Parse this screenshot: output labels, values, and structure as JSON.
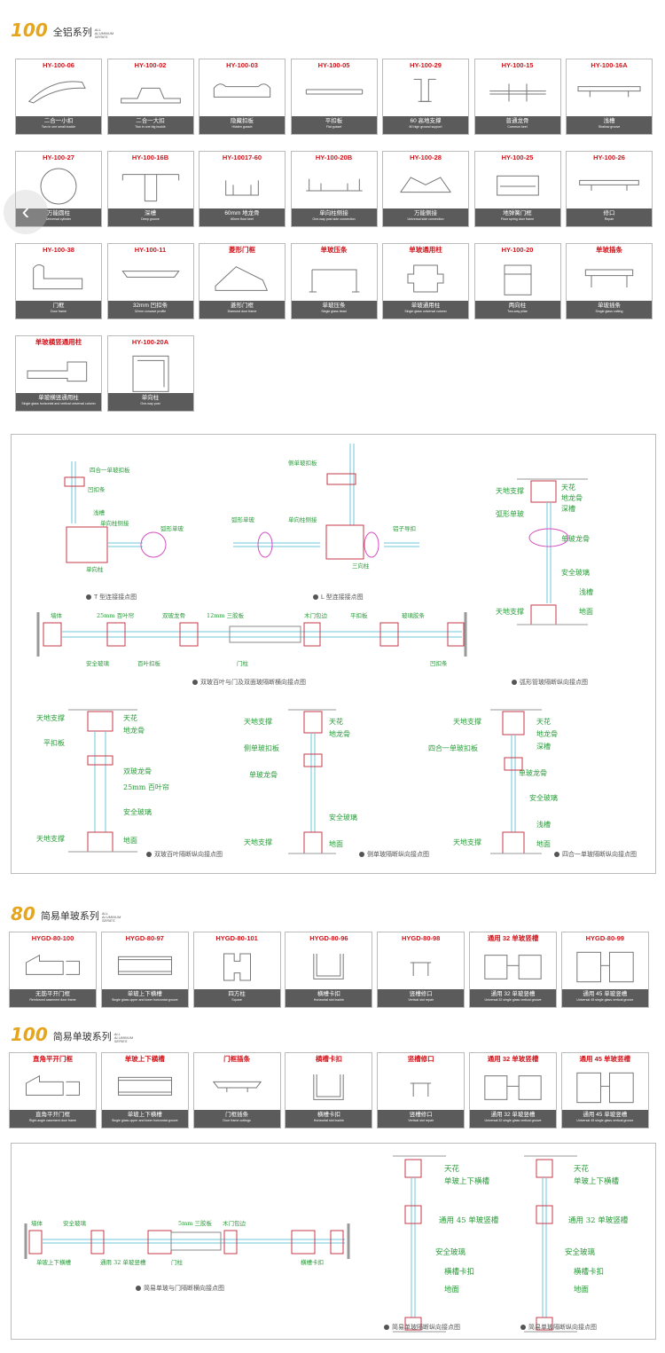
{
  "sections": [
    {
      "num": "100",
      "cn": "全铝系列",
      "en": "ALL ALUMINUM SERIES"
    },
    {
      "num": "80",
      "cn": "简易单玻系列",
      "en": "ALL ALUMINUM SERIES"
    },
    {
      "num": "100",
      "cn": "简易单玻系列",
      "en": "ALL ALUMINUM SERIES"
    }
  ],
  "series100": [
    {
      "code": "HY-100-06",
      "cn": "二合一小扣",
      "en": "Two in one small buckle",
      "shape": "arc"
    },
    {
      "code": "HY-100-02",
      "cn": "二合一大扣",
      "en": "Two in one big buckle",
      "shape": "bigarc"
    },
    {
      "code": "HY-100-03",
      "cn": "隐藏扣板",
      "en": "Hidden gusset",
      "shape": "hidden"
    },
    {
      "code": "HY-100-05",
      "cn": "平扣板",
      "en": "Flat gusset",
      "shape": "flat"
    },
    {
      "code": "HY-100-29",
      "cn": "60 高地支撑",
      "en": "60 high ground support",
      "shape": "support"
    },
    {
      "code": "HY-100-15",
      "cn": "普通龙骨",
      "en": "Common keel",
      "shape": "keel"
    },
    {
      "code": "HY-100-16A",
      "cn": "浅槽",
      "en": "Shallow groove",
      "shape": "shallow"
    },
    {
      "code": "HY-100-27",
      "cn": "万能圆柱",
      "en": "Universal cylinder",
      "shape": "circle"
    },
    {
      "code": "HY-100-16B",
      "cn": "深槽",
      "en": "Deep groove",
      "shape": "deep"
    },
    {
      "code": "HY-10017-60",
      "cn": "60mm 地龙骨",
      "en": "60mm floor keel",
      "shape": "floor"
    },
    {
      "code": "HY-100-20B",
      "cn": "单向柱侧接",
      "en": "One-way post side connection",
      "shape": "side"
    },
    {
      "code": "HY-100-28",
      "cn": "万能侧接",
      "en": "Universal side connection",
      "shape": "uni"
    },
    {
      "code": "HY-100-25",
      "cn": "地弹簧门框",
      "en": "Floor spring door frame",
      "shape": "spring"
    },
    {
      "code": "HY-100-26",
      "cn": "修口",
      "en": "Repair",
      "shape": "repair"
    },
    {
      "code": "HY-100-38",
      "cn": "门框",
      "en": "Door frame",
      "shape": "door"
    },
    {
      "code": "HY-100-11",
      "cn": "32mm 凹扣条",
      "en": "32mm concave profile",
      "shape": "concave"
    },
    {
      "code": "菱形门框",
      "cn": "菱形门框",
      "en": "Diamond door frame",
      "shape": "diamond"
    },
    {
      "code": "单玻压条",
      "cn": "单玻压条",
      "en": "Single glass bead",
      "shape": "bead"
    },
    {
      "code": "单玻通用柱",
      "cn": "单玻通用柱",
      "en": "Single glass universal column",
      "shape": "cross"
    },
    {
      "code": "HY-100-20",
      "cn": "两向柱",
      "en": "Two-way pillar",
      "shape": "twoway"
    },
    {
      "code": "单玻插条",
      "cn": "单玻插条",
      "en": "Single glass cutting",
      "shape": "cutting"
    },
    {
      "code": "单玻横竖通用柱",
      "cn": "单玻横竖通用柱",
      "en": "Single glass horizontal and vertical universal column",
      "shape": "hv"
    },
    {
      "code": "HY-100-20A",
      "cn": "单向柱",
      "en": "One-way post",
      "shape": "oneway"
    }
  ],
  "diagram1": {
    "notes": [
      "T 型连接接点图",
      "L 型连接接点图",
      "弧形管玻隔断纵向接点图",
      "双玻百叶与门及双面玻隔断横向接点图",
      "双玻百叶隔断纵向接点图",
      "侧单玻隔断纵向接点图",
      "四合一单玻隔断纵向接点图"
    ],
    "t_labels": [
      "四合一单玻扣板",
      "凹扣条",
      "浅槽",
      "单向柱侧接",
      "弧形单玻",
      "单向柱"
    ],
    "l_labels": [
      "侧单玻扣板",
      "弧形单玻",
      "单向柱侧接",
      "铝子导扣",
      "三向柱"
    ],
    "arc_labels": [
      "天地支撑",
      "天花",
      "地龙骨",
      "深槽",
      "弧形单玻",
      "单玻龙骨",
      "安全玻璃",
      "浅槽",
      "天地支撑",
      "地面"
    ],
    "row_labels": [
      "墙体",
      "25mm 百叶帘",
      "双玻龙骨",
      "12mm 三胶板",
      "木门包边",
      "平扣板",
      "玻璃胶条",
      "安全玻璃",
      "百叶扣板",
      "门柱",
      "凹扣条"
    ],
    "louver_labels": [
      "天地支撑",
      "天花",
      "地龙骨",
      "平扣板",
      "双玻龙骨",
      "25mm 百叶帘",
      "安全玻璃",
      "天地支撑",
      "地面"
    ],
    "side_labels": [
      "天地支撑",
      "天花",
      "地龙骨",
      "侧单玻扣板",
      "单玻龙骨",
      "安全玻璃",
      "天地支撑",
      "地面"
    ],
    "four_labels": [
      "天地支撑",
      "天花",
      "地龙骨",
      "四合一单玻扣板",
      "深槽",
      "单玻龙骨",
      "安全玻璃",
      "浅槽",
      "天地支撑",
      "地面"
    ]
  },
  "series80": [
    {
      "code": "HYGD-80-100",
      "cn": "无筋平开门框",
      "en": "Reinforced casement door frame",
      "shape": "door80"
    },
    {
      "code": "HYGD-80-97",
      "cn": "单玻上下横槽",
      "en": "Single glass upper and lower horizontal groove",
      "shape": "hgroove"
    },
    {
      "code": "HYGD-80-101",
      "cn": "四方柱",
      "en": "Square",
      "shape": "square"
    },
    {
      "code": "HYGD-80-96",
      "cn": "横槽卡扣",
      "en": "Horizontal slot buckle",
      "shape": "buckle"
    },
    {
      "code": "HYGD-80-98",
      "cn": "竖槽修口",
      "en": "Vertical slot repair",
      "shape": "vrepair"
    },
    {
      "code": "通用 32 单玻竖槽",
      "cn": "通用 32 单玻竖槽",
      "en": "Universal 32 single glass vertical groove",
      "shape": "v32"
    },
    {
      "code": "HYGD-80-99",
      "cn": "通用 45 单玻竖槽",
      "en": "Universal 45 single glass vertical groove",
      "shape": "v45"
    }
  ],
  "series100s": [
    {
      "code": "直角平开门框",
      "cn": "直角平开门框",
      "en": "Right angle casement door frame",
      "shape": "door80"
    },
    {
      "code": "单玻上下横槽",
      "cn": "单玻上下横槽",
      "en": "Single glass upper and lower horizontal groove",
      "shape": "hgroove"
    },
    {
      "code": "门框插条",
      "cn": "门框插条",
      "en": "Door frame cuttings",
      "shape": "dcut"
    },
    {
      "code": "横槽卡扣",
      "cn": "横槽卡扣",
      "en": "Horizontal slot buckle",
      "shape": "buckle"
    },
    {
      "code": "竖槽修口",
      "cn": "竖槽修口",
      "en": "Vertical slot repair",
      "shape": "vrepair"
    },
    {
      "code": "通用 32 单玻竖槽",
      "cn": "通用 32 单玻竖槽",
      "en": "Universal 32 single glass vertical groove",
      "shape": "v32"
    },
    {
      "code": "通用 45 单玻竖槽",
      "cn": "通用 45 单玻竖槽",
      "en": "Universal 45 single glass vertical groove",
      "shape": "v45"
    }
  ],
  "diagram2": {
    "notes": [
      "简易单玻与门隔断横向接点图",
      "简易单玻隔断纵向接点图",
      "简易单玻隔断纵向接点图"
    ],
    "row_labels": [
      "墙体",
      "安全玻璃",
      "5mm 三胶板",
      "木门包边",
      "单玻上下横槽",
      "通用 32 单玻竖槽",
      "门柱",
      "横槽卡扣"
    ],
    "v45_labels": [
      "天花",
      "单玻上下横槽",
      "通用 45 单玻竖槽",
      "安全玻璃",
      "横槽卡扣",
      "地面"
    ],
    "v32_labels": [
      "天花",
      "单玻上下横槽",
      "通用 32 单玻竖槽",
      "安全玻璃",
      "横槽卡扣",
      "地面"
    ]
  },
  "colors": {
    "accent": "#e5a51d",
    "code": "#d0131a",
    "caption": "#5b5b5b",
    "label": "#2a9a3a",
    "line": "#c93a4a",
    "glass": "#6ec7d8"
  }
}
